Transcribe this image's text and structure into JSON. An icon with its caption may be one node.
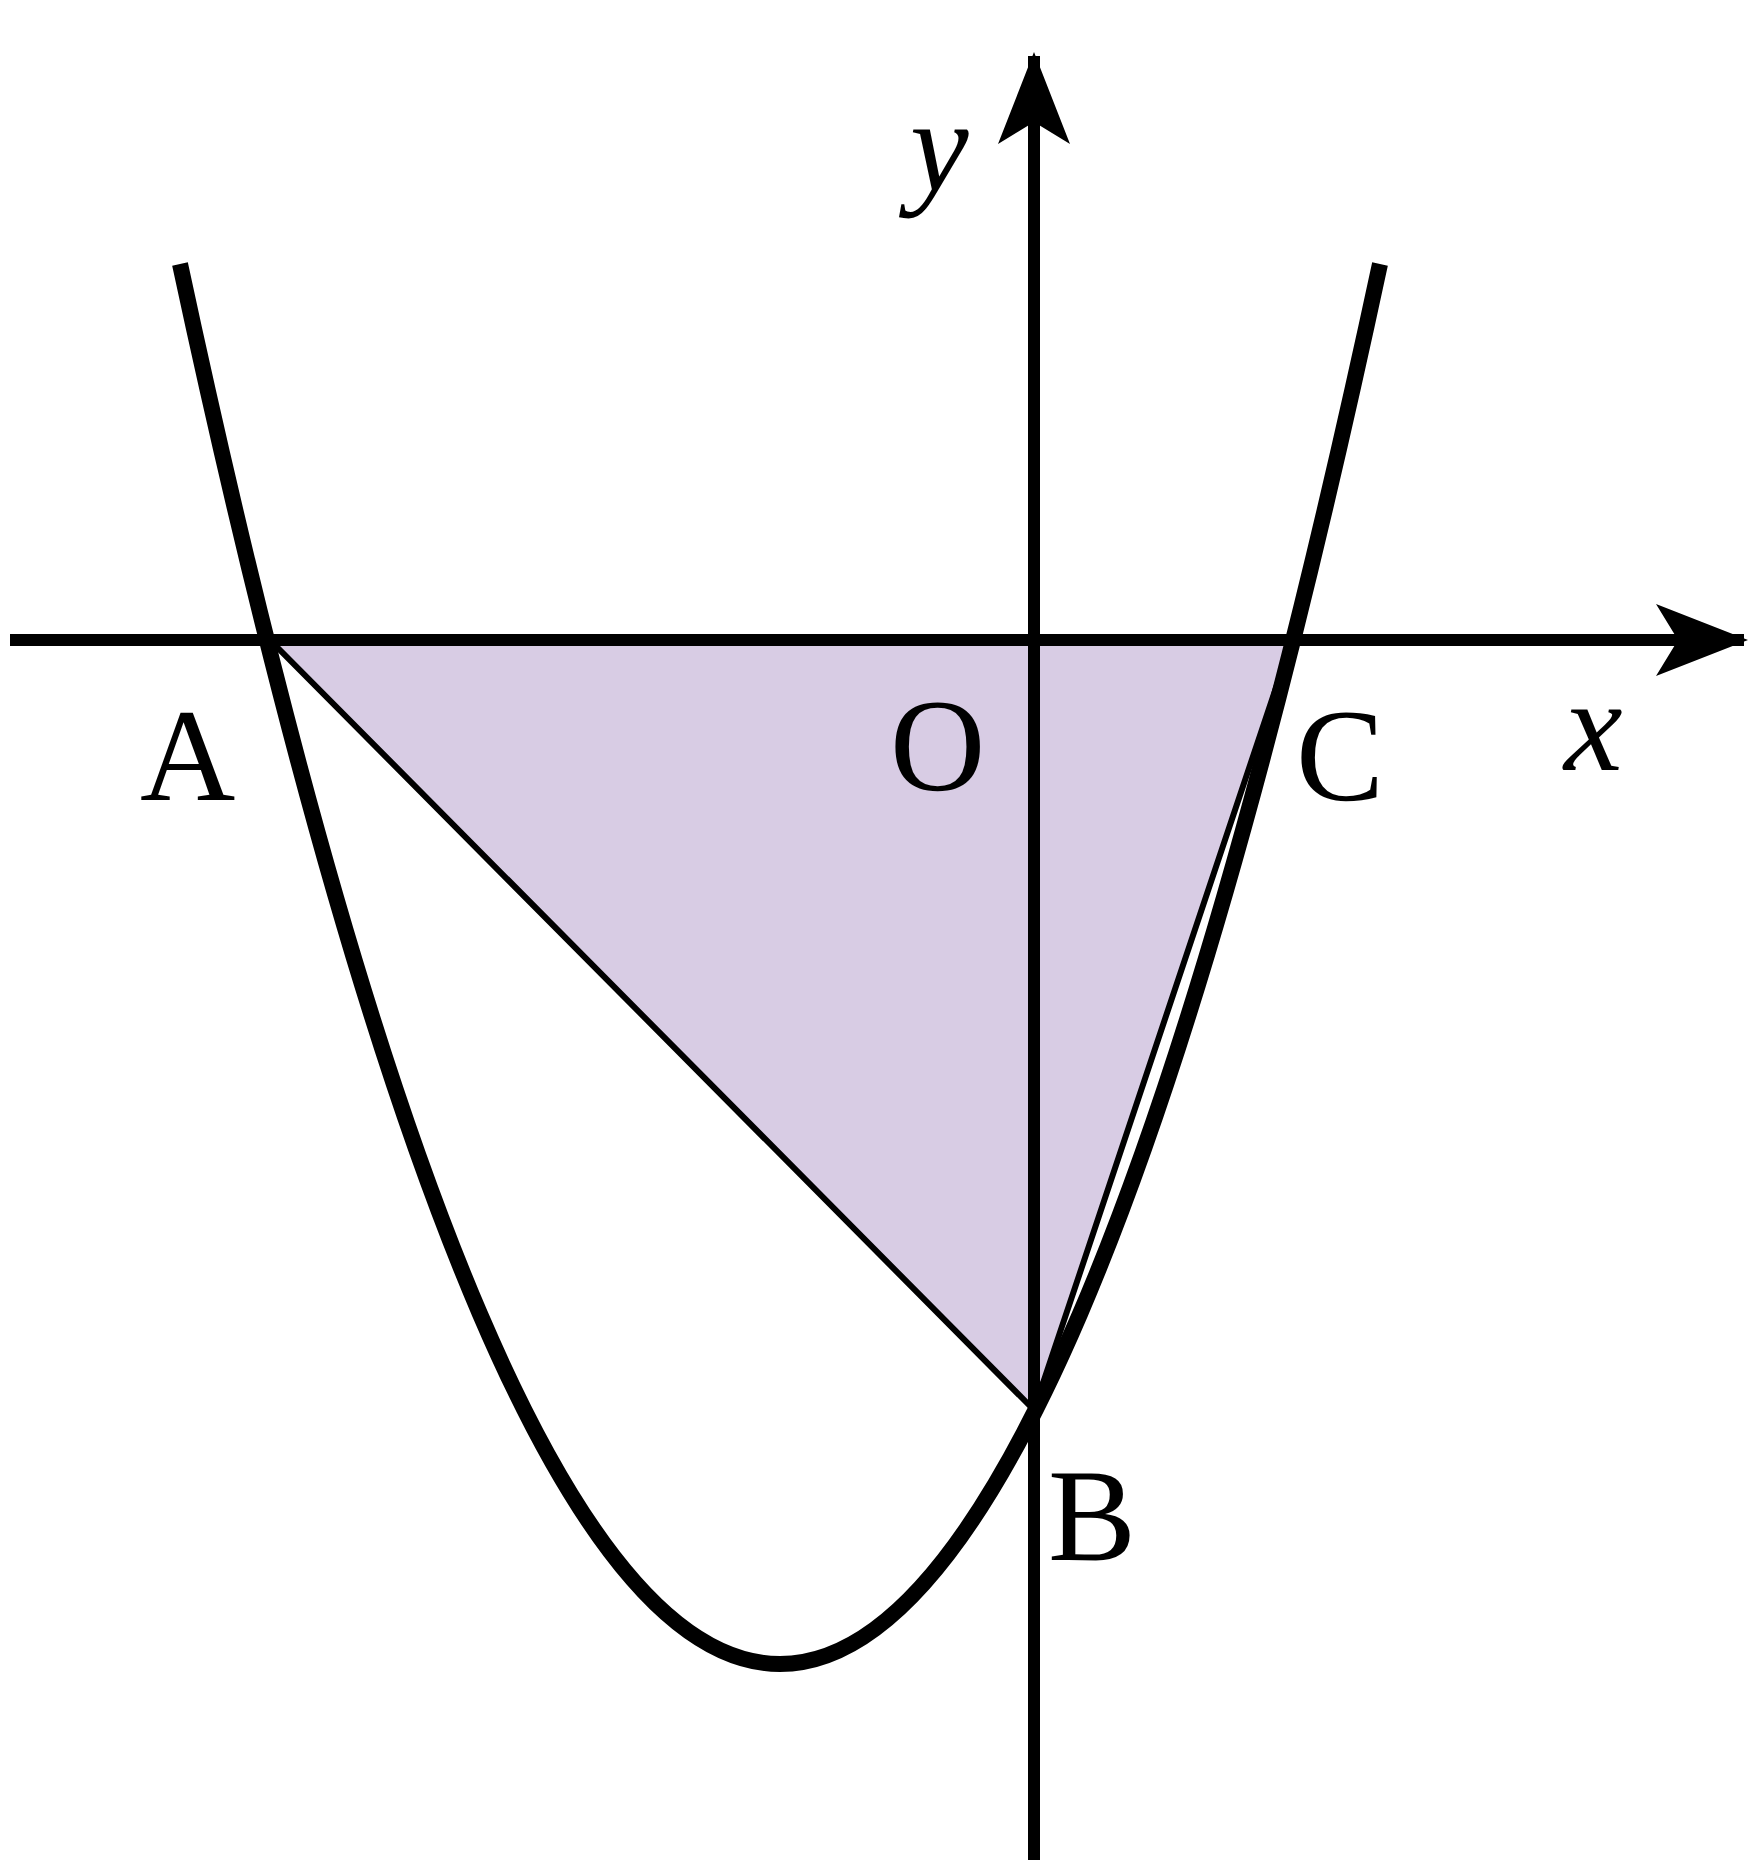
{
  "diagram": {
    "labels": [
      "y",
      "A",
      "O",
      "C",
      "x",
      "B"
    ]
  }
}
